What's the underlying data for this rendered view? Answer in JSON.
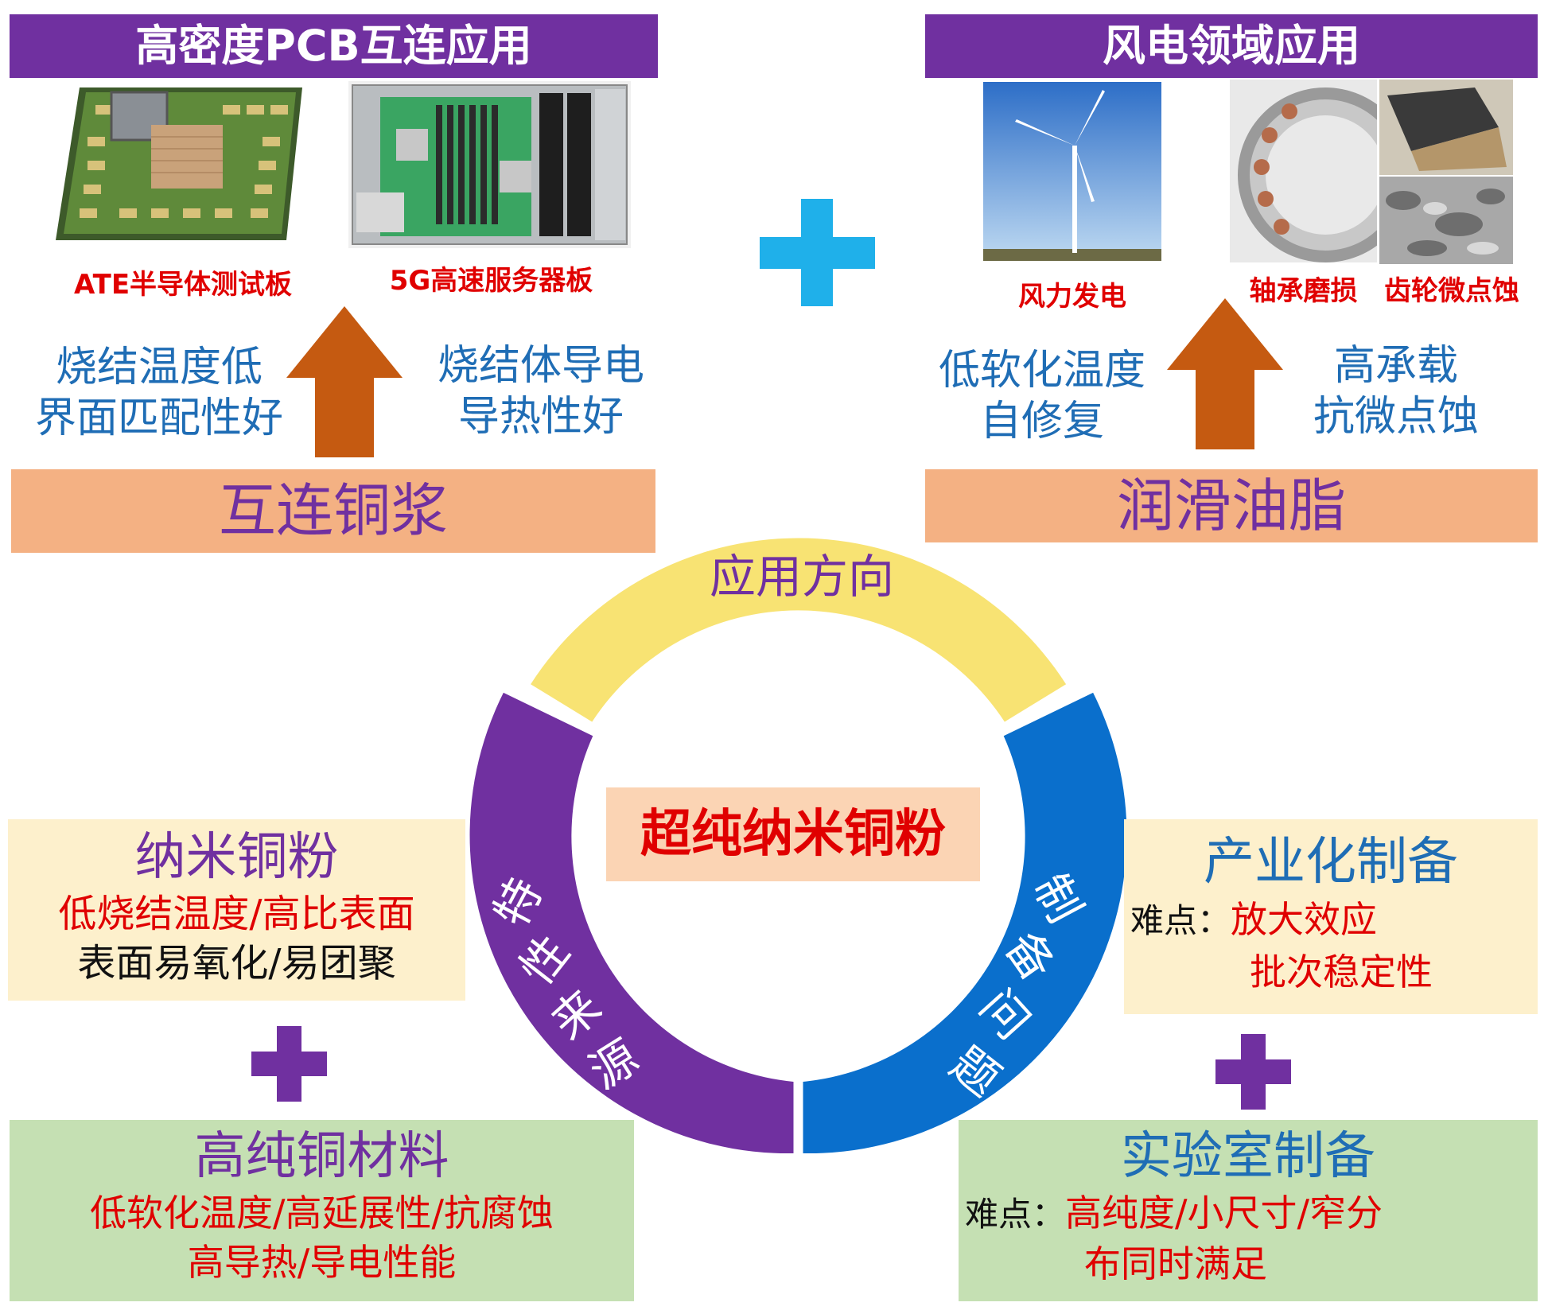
{
  "top_left": {
    "header": "高密度PCB互连应用",
    "images": [
      {
        "caption": "ATE半导体测试板",
        "icon": "pcb-test-board-image"
      },
      {
        "caption": "5G高速服务器板",
        "icon": "server-board-image"
      }
    ],
    "left_text": [
      "烧结温度低",
      "界面匹配性好"
    ],
    "right_text": [
      "烧结体导电",
      "导热性好"
    ],
    "bar_label": "互连铜浆"
  },
  "top_right": {
    "header": "风电领域应用",
    "images": [
      {
        "caption": "风力发电",
        "icon": "wind-turbine-image"
      },
      {
        "caption": "轴承磨损",
        "icon": "bearing-image"
      },
      {
        "caption": "齿轮微点蚀",
        "icon": "gear-pitting-image"
      }
    ],
    "left_text": [
      "低软化温度",
      "自修复"
    ],
    "right_text": [
      "高承载",
      "抗微点蚀"
    ],
    "bar_label": "润滑油脂"
  },
  "ring": {
    "top_label": "应用方向",
    "left_label": [
      "特",
      "性",
      "来",
      "源"
    ],
    "right_label": [
      "制",
      "备",
      "问",
      "题"
    ],
    "center_label": "超纯纳米铜粉"
  },
  "bottom_left": {
    "box1": {
      "title": "纳米铜粉",
      "line1": "低烧结温度/高比表面",
      "line2": "表面易氧化/易团聚"
    },
    "box2": {
      "title": "高纯铜材料",
      "line1": "低软化温度/高延展性/抗腐蚀",
      "line2": "高导热/导电性能"
    }
  },
  "bottom_right": {
    "box1": {
      "title": "产业化制备",
      "prefix": "难点：",
      "line1": "放大效应",
      "line2": "批次稳定性"
    },
    "box2": {
      "title": "实验室制备",
      "prefix": "难点：",
      "line1": "高纯度/小尺寸/窄分",
      "line2": "布同时满足"
    }
  },
  "colors": {
    "purple": "#7030a0",
    "orange_arrow": "#c55a11",
    "plus_blue": "#1fb0ea",
    "ring_yellow": "#f8e373",
    "ring_purple": "#7030a0",
    "ring_blue": "#0a6fcc",
    "box_yellow": "#fdf0cc",
    "box_green": "#c5e0b3",
    "bar_orange": "#f4b183"
  }
}
